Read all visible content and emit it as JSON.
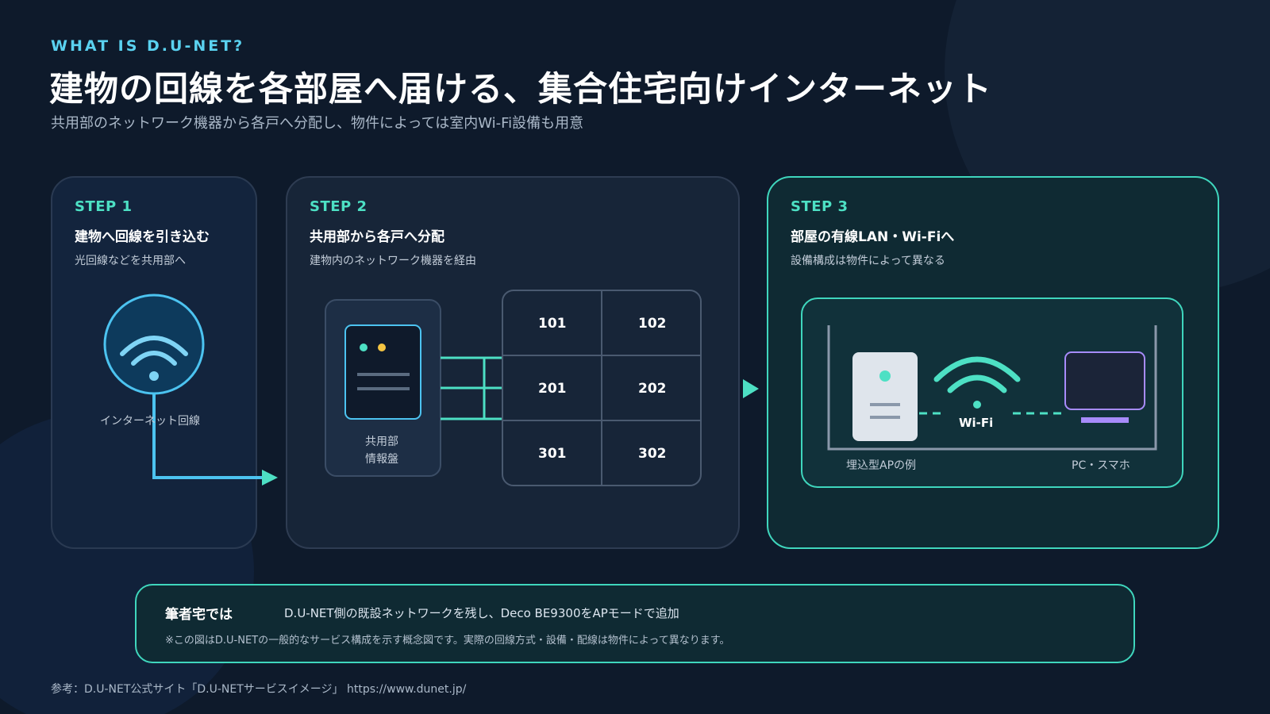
{
  "header": {
    "eyebrow": "WHAT IS D.U-NET?",
    "title": "建物の回線を各部屋へ届ける、集合住宅向けインターネット",
    "subtitle": "共用部のネットワーク機器から各戸へ分配し、物件によっては室内Wi-Fi設備も用意"
  },
  "steps": [
    {
      "label": "STEP 1",
      "title": "建物へ回線を引き込む",
      "desc": "光回線などを共用部へ",
      "caption": "インターネット回線"
    },
    {
      "label": "STEP 2",
      "title": "共用部から各戸へ分配",
      "desc": "建物内のネットワーク機器を経由",
      "caption_line1": "共用部",
      "caption_line2": "情報盤",
      "rooms": [
        "101",
        "102",
        "201",
        "202",
        "301",
        "302"
      ]
    },
    {
      "label": "STEP 3",
      "title": "部屋の有線LAN・Wi-Fiへ",
      "desc": "設備構成は物件によって異なる",
      "wifi_label": "Wi-Fi",
      "ap_caption": "埋込型APの例",
      "device_caption": "PC・スマホ"
    }
  ],
  "note": {
    "heading": "筆者宅では",
    "main": "D.U-NET側の既設ネットワークを残し、Deco BE9300をAPモードで追加",
    "sub": "※この図はD.U-NETの一般的なサービス構成を示す概念図です。実際の回線方式・設備・配線は物件によって異なります。"
  },
  "reference": "参考：D.U-NET公式サイト「D.U-NETサービスイメージ」 https://www.dunet.jp/",
  "colors": {
    "accent_teal": "#4de0c4",
    "accent_blue": "#4cc3f0",
    "accent_purple": "#a78bfa",
    "accent_yellow": "#f5c542",
    "background": "#0e1a2b"
  }
}
